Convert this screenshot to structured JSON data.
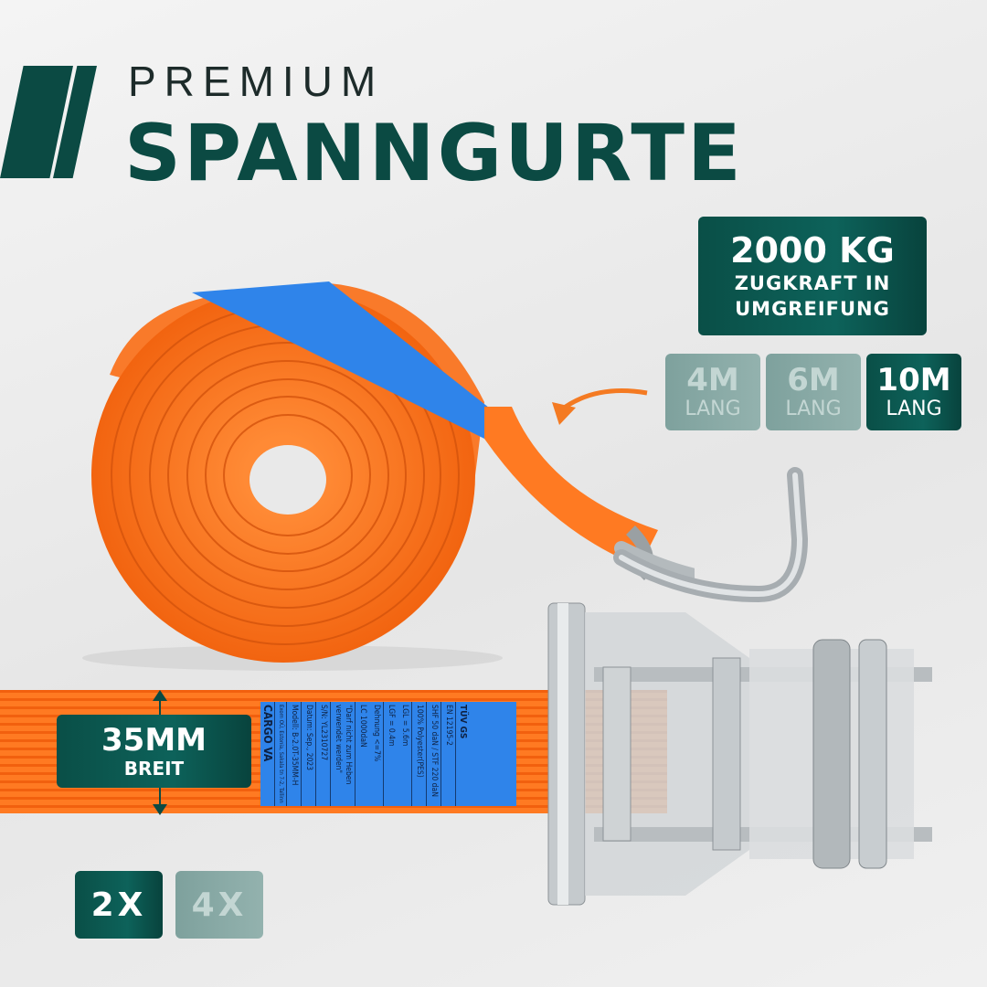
{
  "title": {
    "line1": "PREMIUM",
    "line2": "SPANNGURTE"
  },
  "strength": {
    "value": "2000 KG",
    "line1": "ZUGKRAFT IN",
    "line2": "UMGREIFUNG"
  },
  "lengths": [
    {
      "value": "4M",
      "unit": "LANG",
      "selected": false
    },
    {
      "value": "6M",
      "unit": "LANG",
      "selected": false
    },
    {
      "value": "10M",
      "unit": "LANG",
      "selected": true
    }
  ],
  "width": {
    "value": "35MM",
    "label": "BREIT"
  },
  "quantities": [
    {
      "value": "2X",
      "selected": true
    },
    {
      "value": "4X",
      "selected": false
    }
  ],
  "label": {
    "brand": "CARGO VA",
    "company": "Exom OÜ, Estonia, Sakala tn 7-2, Tallinn",
    "model": "Modell: B-2.0T-35MM-H",
    "date": "Datum: Sep., 2023",
    "serial": "S/N: YL2310727",
    "warning": "\"Darf nicht zum Heben verwendet werden\"",
    "lc": "LC 1000daN",
    "stretch": "Dehnung <=7%",
    "lgf": "LGF = 0.4m",
    "lgl": "LGL = 5.6m",
    "material": "100% Polyester(PES)",
    "force": "SHF 50 daN / STF 220 daN",
    "norm": "EN 12195-2",
    "cert": "TÜV GS"
  },
  "colors": {
    "brand": "#0b4a43",
    "strap": "#ff7a22",
    "label": "#2f84ea"
  }
}
